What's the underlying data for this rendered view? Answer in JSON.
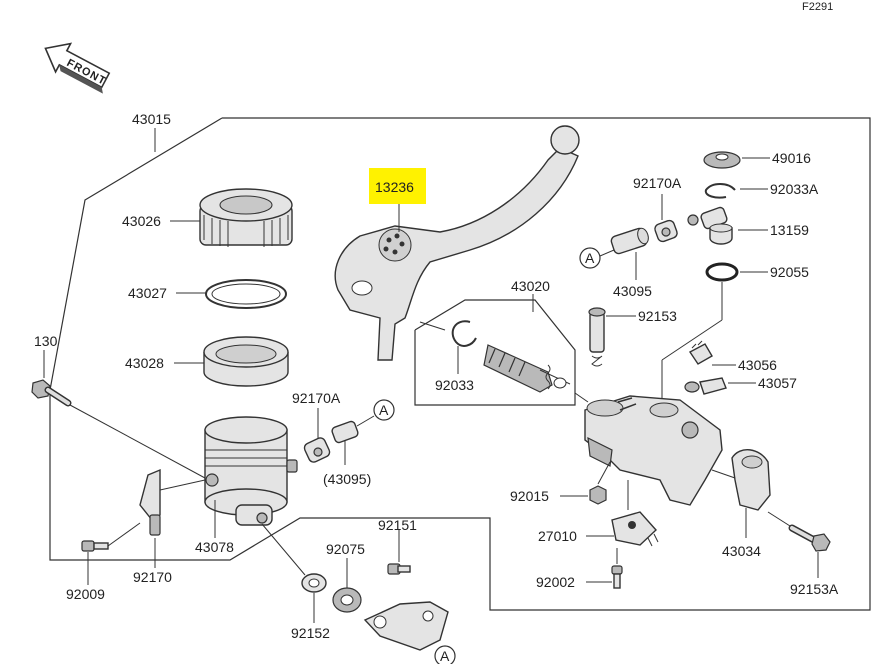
{
  "figure_code": "F2291",
  "front_label": "FRONT",
  "highlight_color": "#fff200",
  "ref_marker": "A",
  "callouts": {
    "p43015": "43015",
    "p43026": "43026",
    "p43027": "43027",
    "p43028": "43028",
    "p130": "130",
    "p92170A_left": "92170A",
    "p43095_paren": "(43095)",
    "p43078": "43078",
    "p92170": "92170",
    "p92009": "92009",
    "p92075": "92075",
    "p92151": "92151",
    "p92152": "92152",
    "p13236": "13236",
    "p43020": "43020",
    "p92033": "92033",
    "p92170A_right": "92170A",
    "p43095": "43095",
    "p49016": "49016",
    "p92033A": "92033A",
    "p13159": "13159",
    "p92055": "92055",
    "p92153": "92153",
    "p43056": "43056",
    "p43057": "43057",
    "p92015": "92015",
    "p27010": "27010",
    "p92002": "92002",
    "p43034": "43034",
    "p92153A": "92153A"
  }
}
